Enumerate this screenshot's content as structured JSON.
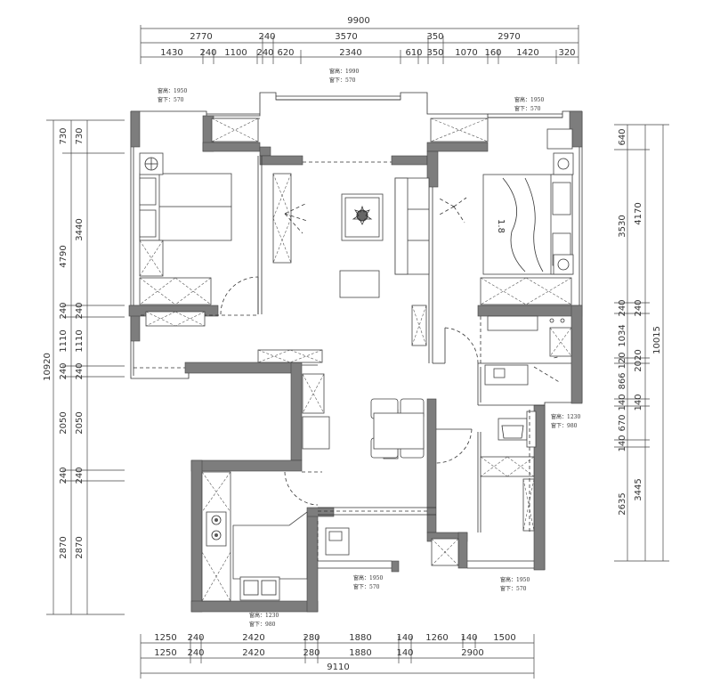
{
  "dimensions": {
    "top_total": "9900",
    "top_row1": [
      "2770",
      "240",
      "3570",
      "350",
      "2970"
    ],
    "top_row2": [
      "1430",
      "240",
      "1100",
      "240",
      "620",
      "2340",
      "610",
      "350",
      "1070",
      "160",
      "1420",
      "320"
    ],
    "bottom_row1": [
      "1250",
      "240",
      "2420",
      "280",
      "1880",
      "140",
      "1260",
      "140",
      "1500"
    ],
    "bottom_row2": [
      "1250",
      "240",
      "2420",
      "280",
      "1880",
      "140",
      "2900"
    ],
    "bottom_total": "9110",
    "left_total": "10920",
    "left_outer": [
      "730",
      "4790",
      "240",
      "1110",
      "240",
      "2050",
      "240",
      "2870"
    ],
    "left_inner": [
      "730",
      "3440",
      "240",
      "1110",
      "240",
      "2050",
      "240",
      "2870"
    ],
    "right_inner": [
      "640",
      "3530",
      "240",
      "1034",
      "120",
      "866",
      "140",
      "670",
      "140",
      "2635"
    ],
    "right_outer": [
      "4170",
      "240",
      "2020",
      "140",
      "3445"
    ],
    "right_total": "10015"
  },
  "window_notes": {
    "top_center": [
      "窗高：1990",
      "窗下：570"
    ],
    "top_left": [
      "窗高：1950",
      "窗下：570"
    ],
    "top_right": [
      "窗高：1950",
      "窗下：570"
    ],
    "right_mid": [
      "窗高：1230",
      "窗下：980"
    ],
    "bottom_center": [
      "窗高：1950",
      "窗下：570"
    ],
    "bottom_right": [
      "窗高：1950",
      "窗下：570"
    ],
    "bottom_left": [
      "窗高：1230",
      "窗下：980"
    ]
  },
  "bed_label": "1.8"
}
